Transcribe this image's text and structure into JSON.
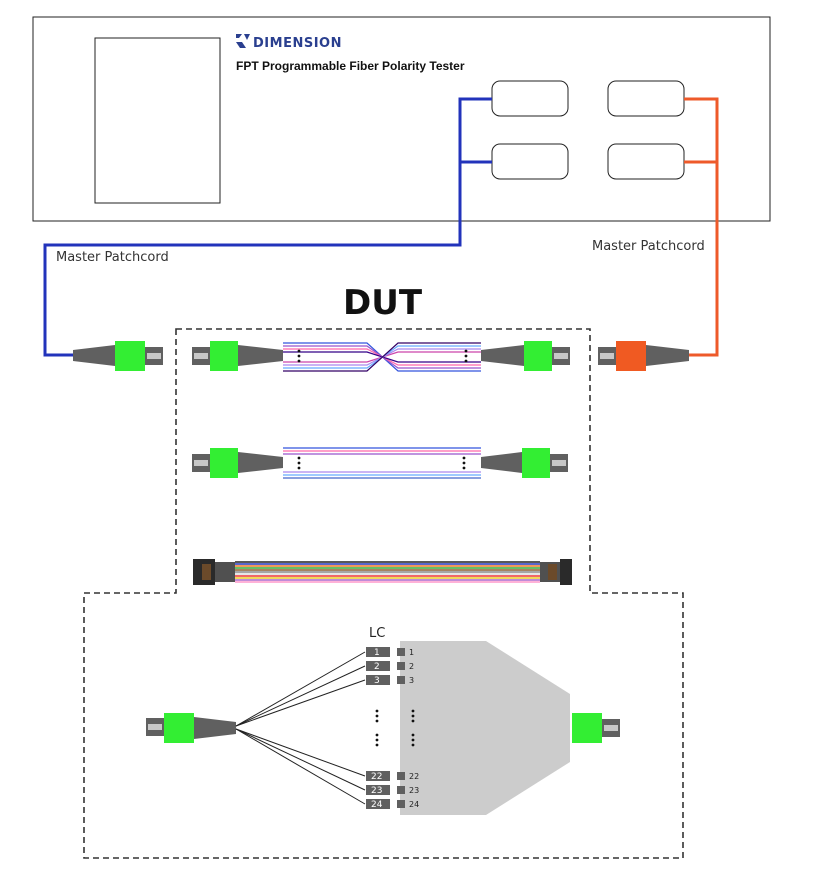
{
  "brand": {
    "name": "DIMENSION",
    "logo": "dimension-logo"
  },
  "device": {
    "name": "FPT Programmable Fiber Polarity Tester",
    "ports": [
      "port-1",
      "port-2",
      "port-3",
      "port-4"
    ]
  },
  "labels": {
    "master_left": "Master Patchcord",
    "master_right": "Master Patchcord",
    "dut": "DUT",
    "lc": "LC"
  },
  "lc_numbers": {
    "top": [
      "1",
      "2",
      "3"
    ],
    "bottom": [
      "22",
      "23",
      "24"
    ]
  },
  "colors": {
    "blue_cable": "#2233bb",
    "orange_cable": "#ee5a2a",
    "connector_green": "#33ee33",
    "connector_orange": "#f05a22",
    "connector_gray": "#606060",
    "dashed_border": "#333333"
  }
}
